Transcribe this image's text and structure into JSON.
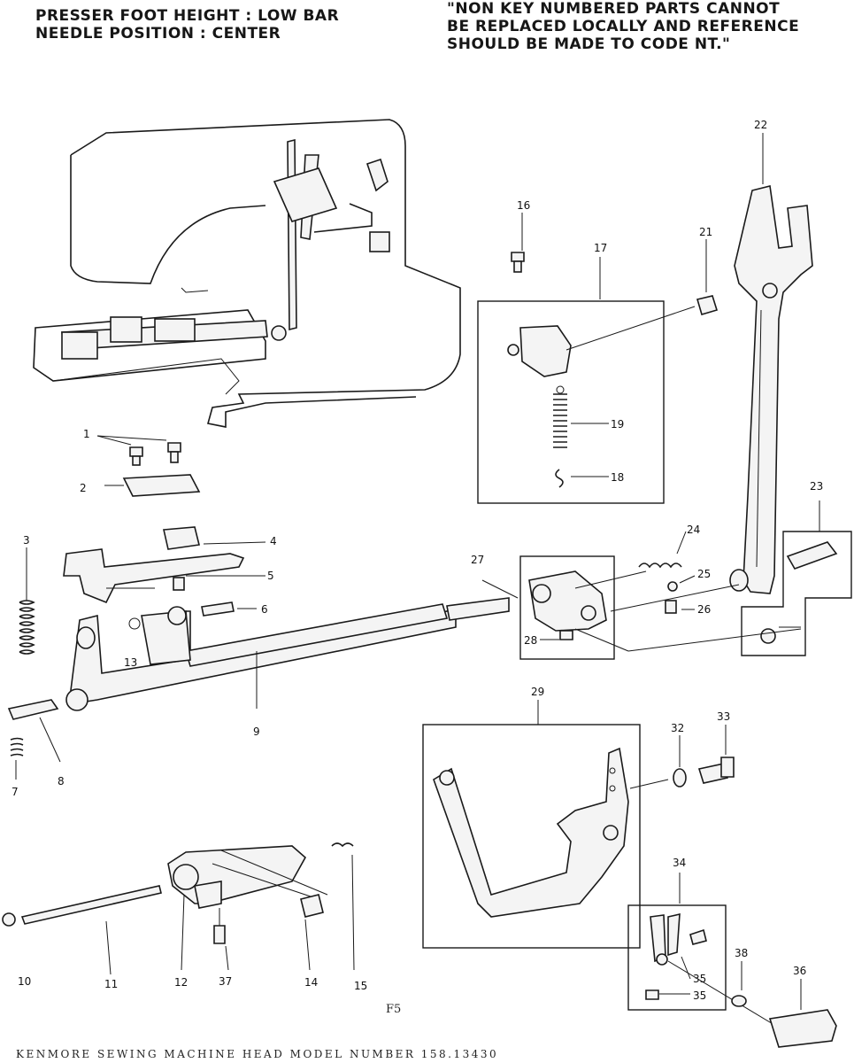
{
  "header": {
    "left_lines": [
      "PRESSER FOOT HEIGHT : LOW BAR",
      "NEEDLE POSITION : CENTER"
    ],
    "right_lines": [
      "\"NON KEY NUMBERED PARTS CANNOT",
      "BE REPLACED LOCALLY AND REFERENCE",
      "SHOULD BE MADE TO CODE NT.\""
    ]
  },
  "callouts": {
    "c1": "1",
    "c2": "2",
    "c3": "3",
    "c4": "4",
    "c5": "5",
    "c6": "6",
    "c7": "7",
    "c8": "8",
    "c9": "9",
    "c10": "10",
    "c11": "11",
    "c12": "12",
    "c13": "13",
    "c14": "14",
    "c15": "15",
    "c16": "16",
    "c17": "17",
    "c18": "18",
    "c19": "19",
    "c21": "21",
    "c22": "22",
    "c23": "23",
    "c24": "24",
    "c25": "25",
    "c26": "26",
    "c27": "27",
    "c28": "28",
    "c29": "29",
    "c32": "32",
    "c33": "33",
    "c34": "34",
    "c35a": "35",
    "c35b": "35",
    "c36": "36",
    "c37": "37",
    "c38": "38"
  },
  "page_code": "F5",
  "footer": "KENMORE SEWING MACHINE HEAD MODEL NUMBER 158.13430"
}
